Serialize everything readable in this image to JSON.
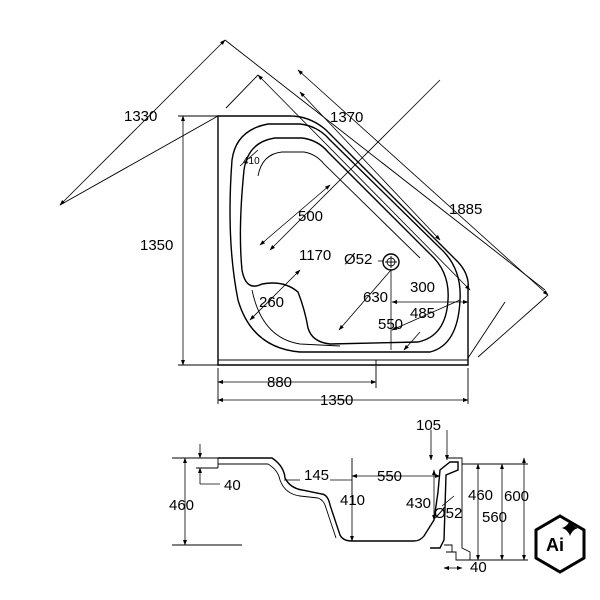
{
  "plan_view": {
    "diag_overall": "1330",
    "diag_outer": "1370",
    "diag_length": "1885",
    "corner_radius": "410",
    "height": "1350",
    "seat_width": "500",
    "inner_length": "1170",
    "drain": "Ø52",
    "step": "260",
    "drain_offset_a": "630",
    "drain_offset_b": "300",
    "drain_offset_c": "485",
    "seat_depth": "550",
    "width_partial": "880",
    "width_total": "1350"
  },
  "section_view": {
    "top_offset": "105",
    "rim": "40",
    "lip": "145",
    "floor_length": "550",
    "left_height": "460",
    "inner_depth": "410",
    "drain_height": "430",
    "drain": "Ø52",
    "right_460": "460",
    "right_560": "560",
    "right_600": "600",
    "foot": "40"
  },
  "logo": {
    "text": "Ai",
    "icon": "sparkle-icon"
  }
}
